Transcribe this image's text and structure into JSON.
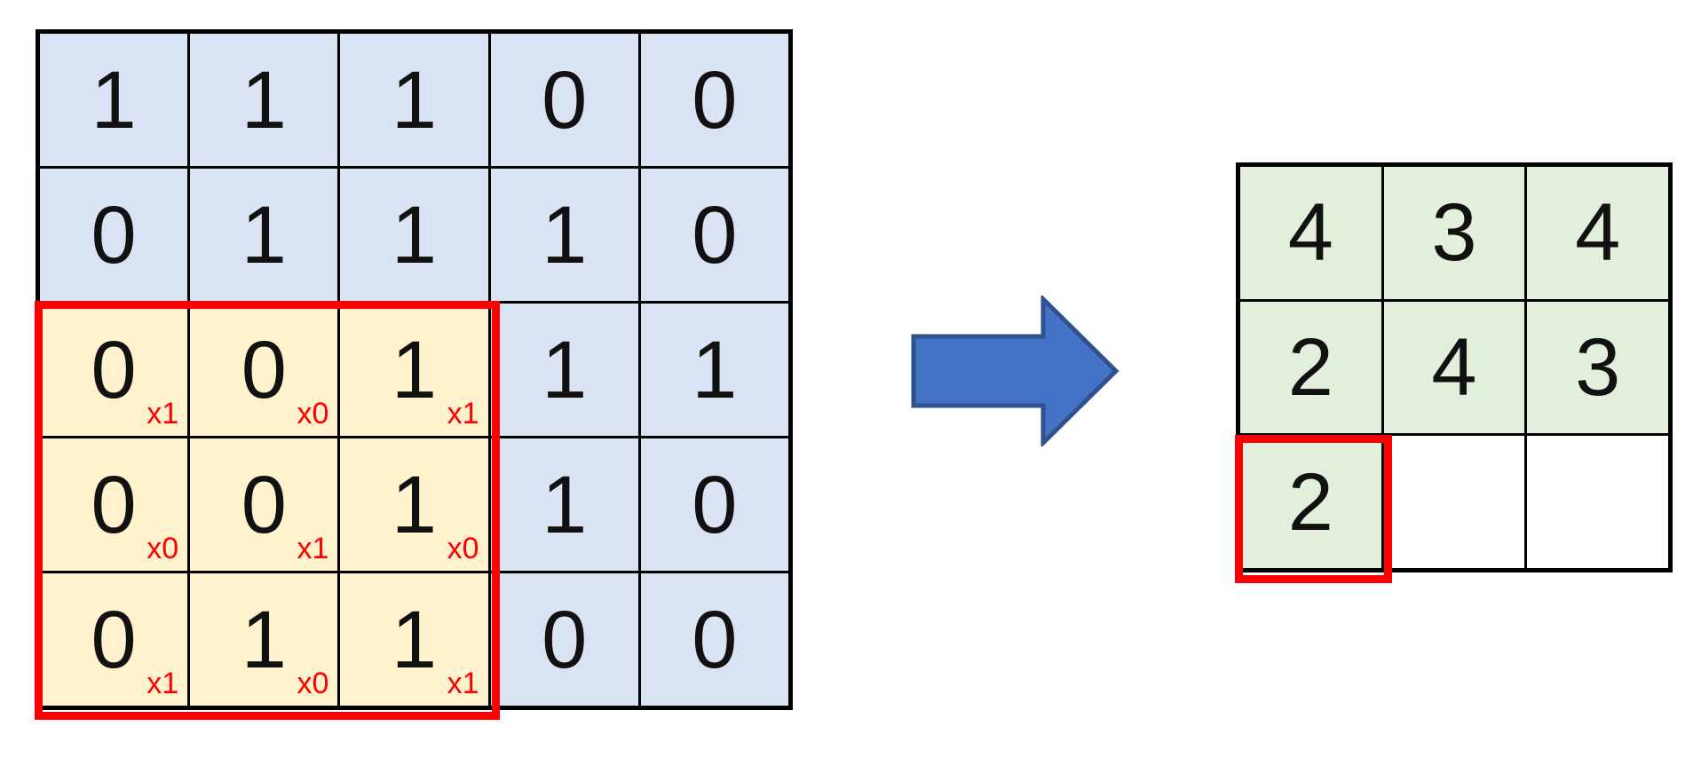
{
  "colors": {
    "cell_blue": "#dae3f3",
    "cell_yellow": "#fff2cc",
    "cell_green": "#e2efda",
    "cell_white": "#ffffff",
    "highlight_red": "#ff0000",
    "arrow_fill": "#4472c4",
    "arrow_stroke": "#2f528f",
    "grid_line": "#000000"
  },
  "input_grid": {
    "rows": [
      {
        "cells": [
          {
            "v": "1"
          },
          {
            "v": "1"
          },
          {
            "v": "1"
          },
          {
            "v": "0"
          },
          {
            "v": "0"
          }
        ]
      },
      {
        "cells": [
          {
            "v": "0"
          },
          {
            "v": "1"
          },
          {
            "v": "1"
          },
          {
            "v": "1"
          },
          {
            "v": "0"
          }
        ]
      },
      {
        "cells": [
          {
            "v": "0",
            "w": "x1"
          },
          {
            "v": "0",
            "w": "x0"
          },
          {
            "v": "1",
            "w": "x1"
          },
          {
            "v": "1"
          },
          {
            "v": "1"
          }
        ]
      },
      {
        "cells": [
          {
            "v": "0",
            "w": "x0"
          },
          {
            "v": "0",
            "w": "x1"
          },
          {
            "v": "1",
            "w": "x0"
          },
          {
            "v": "1"
          },
          {
            "v": "0"
          }
        ]
      },
      {
        "cells": [
          {
            "v": "0",
            "w": "x1"
          },
          {
            "v": "1",
            "w": "x0"
          },
          {
            "v": "1",
            "w": "x1"
          },
          {
            "v": "0"
          },
          {
            "v": "0"
          }
        ]
      }
    ]
  },
  "output_grid": {
    "rows": [
      {
        "cells": [
          {
            "v": "4"
          },
          {
            "v": "3"
          },
          {
            "v": "4"
          }
        ]
      },
      {
        "cells": [
          {
            "v": "2"
          },
          {
            "v": "4"
          },
          {
            "v": "3"
          }
        ]
      },
      {
        "cells": [
          {
            "v": "2"
          },
          {
            "v": ""
          },
          {
            "v": ""
          }
        ]
      }
    ]
  }
}
